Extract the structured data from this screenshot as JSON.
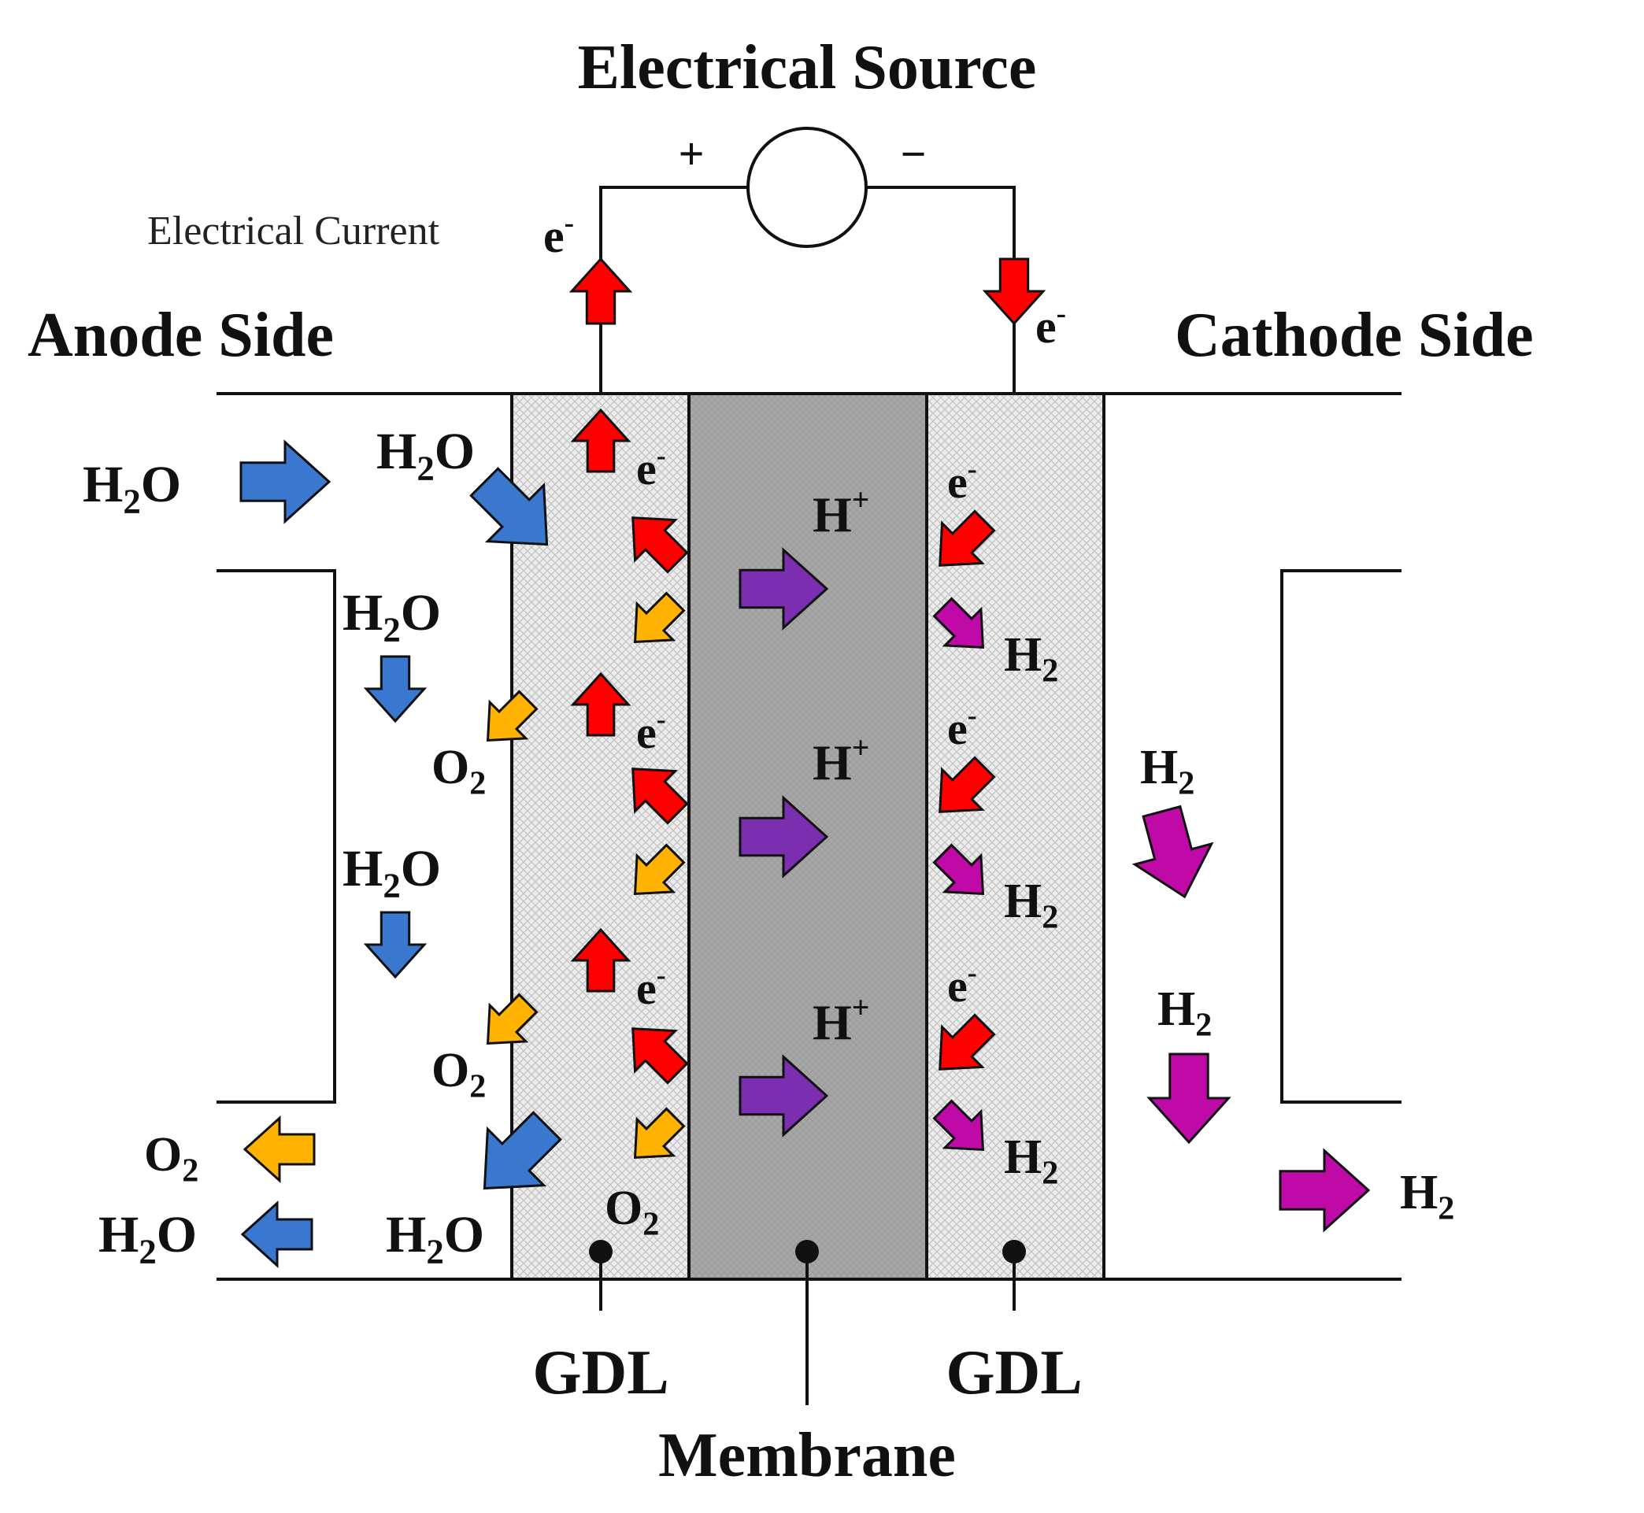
{
  "title": "Electrical Source",
  "polarity": {
    "plus": "+",
    "minus": "−"
  },
  "current_label": "Electrical Current",
  "anode_side": "Anode Side",
  "cathode_side": "Cathode Side",
  "species": {
    "electron": {
      "base": "e",
      "sup": "-"
    },
    "proton": {
      "base": "H",
      "sup": "+"
    },
    "water": {
      "a": "H",
      "sub": "2",
      "b": "O"
    },
    "oxygen": {
      "a": "O",
      "sub": "2"
    },
    "hydrogen": {
      "a": "H",
      "sub": "2"
    }
  },
  "bottom_labels": {
    "gdl_left": "GDL",
    "membrane": "Membrane",
    "gdl_right": "GDL"
  },
  "colors": {
    "electron_arrow": "#ff0000",
    "water_arrow": "#3a78d0",
    "oxygen_arrow": "#ffb300",
    "proton_arrow": "#7b2fb0",
    "hydrogen_arrow": "#c00aa8",
    "membrane_fill": "#a8a8a8",
    "gdl_fill": "#e6e6e6"
  }
}
